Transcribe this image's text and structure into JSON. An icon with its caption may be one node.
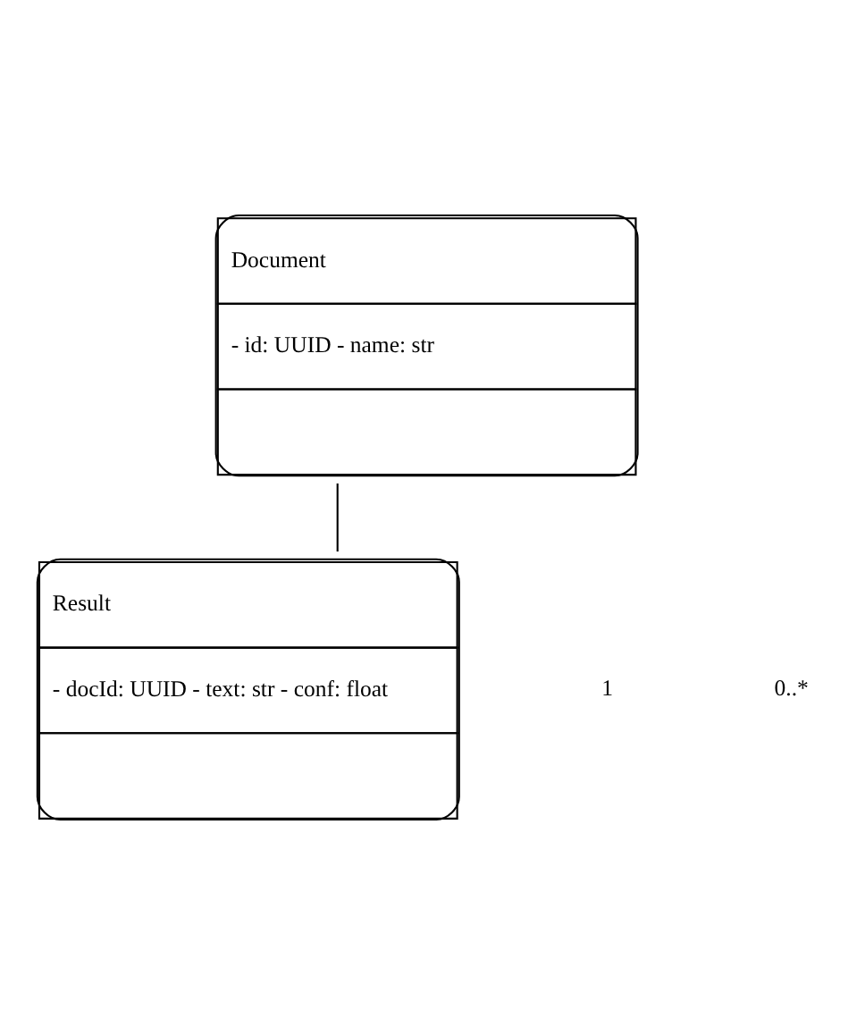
{
  "diagram": {
    "nodes": [
      {
        "text": [
          "Document",
          "- id: UUID - name: str"
        ]
      },
      {
        "text": [
          "Result",
          "- docId: UUID - text: str - conf: float"
        ]
      }
    ],
    "edges": [
      {
        "from": 0,
        "to": 1,
        "arrow": "none"
      }
    ],
    "labels": [
      "1",
      "0..*"
    ]
  }
}
